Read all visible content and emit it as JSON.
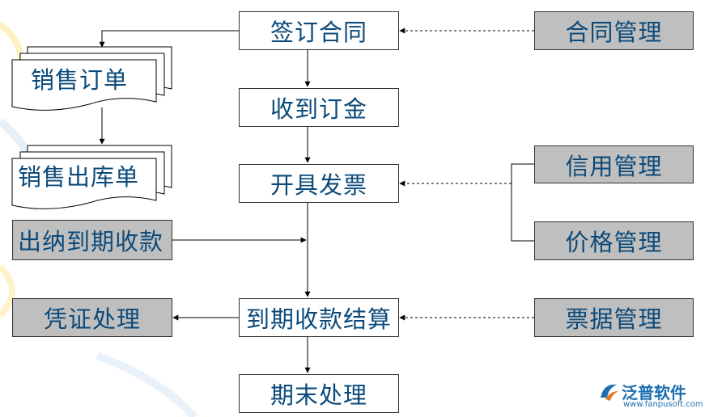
{
  "nodes": {
    "sign_contract": "签订合同",
    "receive_deposit": "收到订金",
    "issue_invoice": "开具发票",
    "due_settlement": "到期收款结算",
    "period_end": "期末处理",
    "sales_order": "销售订单",
    "sales_outbound": "销售出库单",
    "due_collection": "出纳到期收款",
    "voucher": "凭证处理",
    "contract_mgmt": "合同管理",
    "credit_mgmt": "信用管理",
    "price_mgmt": "价格管理",
    "bill_mgmt": "票据管理"
  },
  "logo": {
    "name": "泛普软件",
    "url": "www.fanpusoft.com"
  },
  "colors": {
    "text": "#0b4a7a",
    "gray_box": "#bfbfbf",
    "line": "#333333",
    "logo": "#1b6fb0"
  }
}
